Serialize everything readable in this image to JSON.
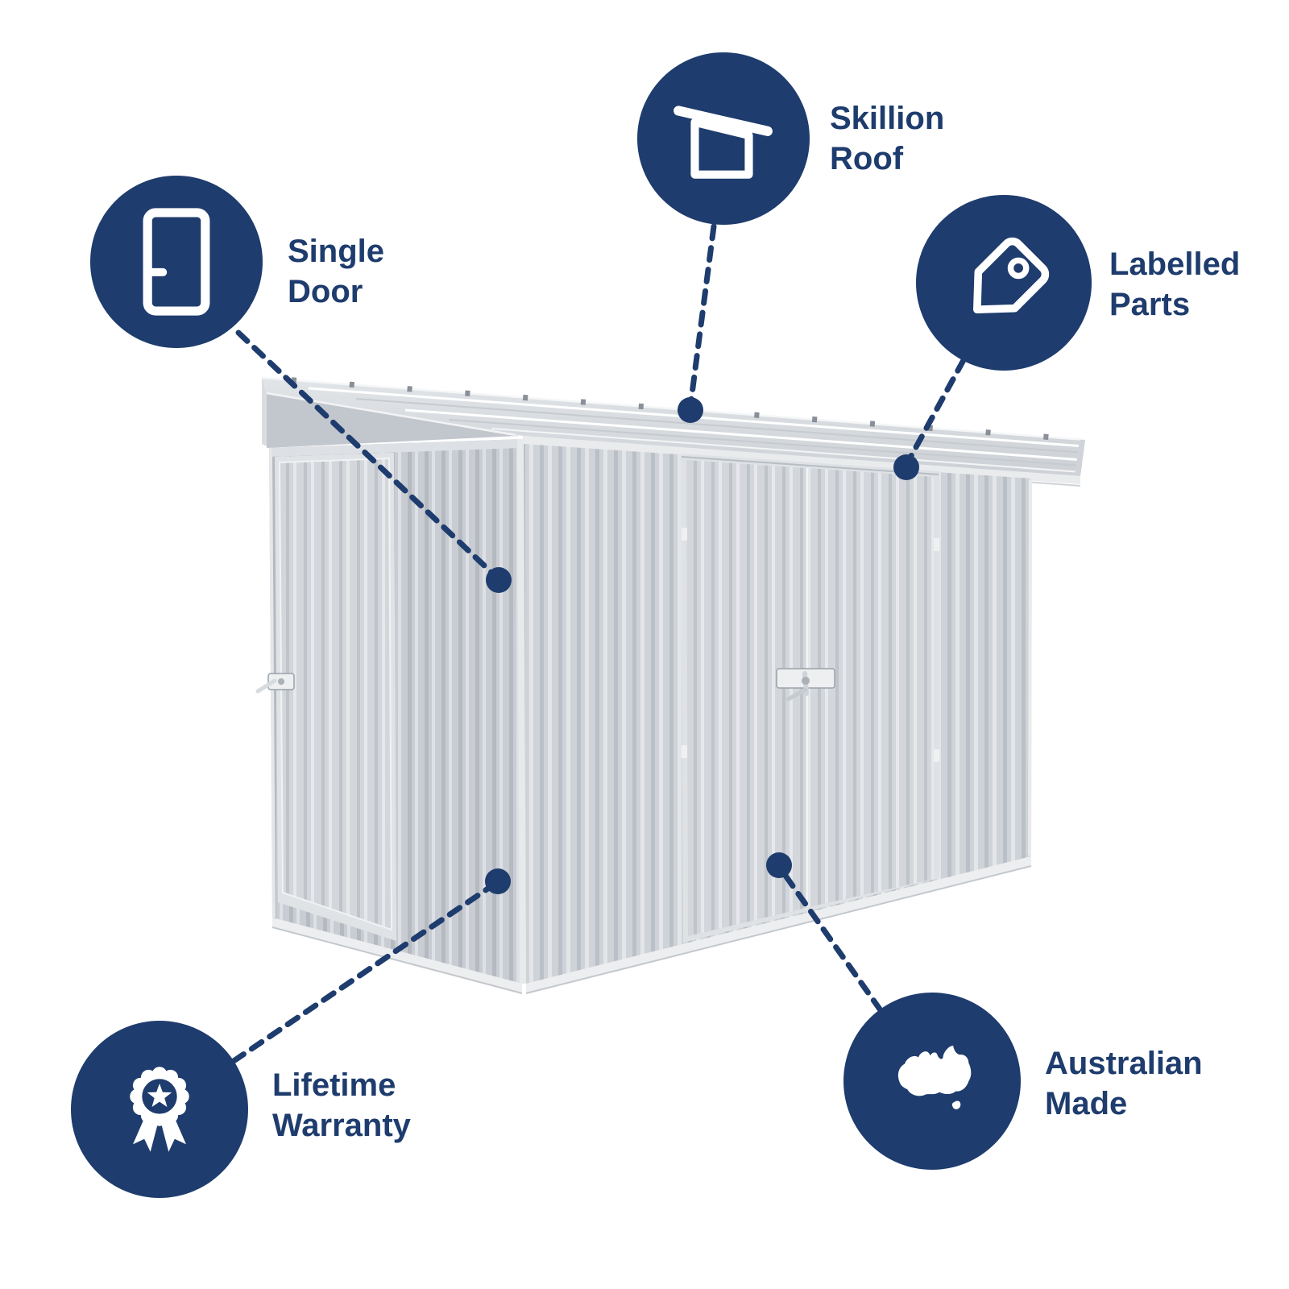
{
  "background_color": "#ffffff",
  "accent_color": "#1e3c6d",
  "illustration": {
    "subject": "metal-garden-shed",
    "wall_color": "#cfd3d8",
    "groove_color": "#b9bfc6",
    "highlight_color": "#e3e6e9",
    "roof_color": "#d9dcdf",
    "gable_color": "#c2c7cd",
    "trim_color": "#e8eaed"
  },
  "features": [
    {
      "id": "skillion-roof",
      "icon": "skillion-roof-icon",
      "lines": [
        "Skillion",
        "Roof"
      ]
    },
    {
      "id": "single-door",
      "icon": "door-icon",
      "lines": [
        "Single",
        "Door"
      ]
    },
    {
      "id": "labelled-parts",
      "icon": "tag-icon",
      "lines": [
        "Labelled",
        "Parts"
      ]
    },
    {
      "id": "lifetime-warranty",
      "icon": "award-ribbon-icon",
      "lines": [
        "Lifetime",
        "Warranty"
      ]
    },
    {
      "id": "australian-made",
      "icon": "australia-map-icon",
      "lines": [
        "Australian",
        "Made"
      ]
    }
  ]
}
